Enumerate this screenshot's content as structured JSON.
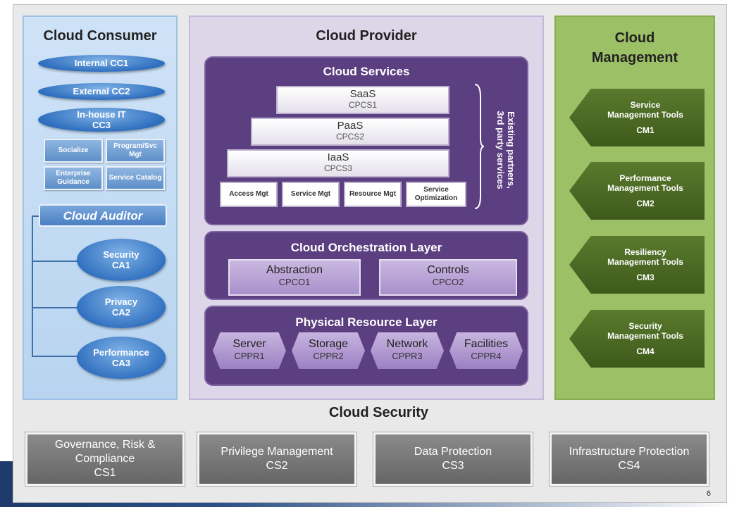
{
  "consumer": {
    "title": "Cloud Consumer",
    "ovals": [
      {
        "label": "Internal CC1"
      },
      {
        "label": "External CC2"
      },
      {
        "label1": "In-house IT",
        "label2": "CC3"
      }
    ],
    "boxes": [
      "Socialize",
      "Program/Svc Mgt",
      "Enterprise Guidance",
      "Service Catalog"
    ],
    "auditor": "Cloud Auditor",
    "auditor_items": [
      {
        "name": "Security",
        "code": "CA1"
      },
      {
        "name": "Privacy",
        "code": "CA2"
      },
      {
        "name": "Performance",
        "code": "CA3"
      }
    ]
  },
  "provider": {
    "title": "Cloud Provider",
    "services": {
      "title": "Cloud Services",
      "layers": [
        {
          "name": "SaaS",
          "code": "CPCS1"
        },
        {
          "name": "PaaS",
          "code": "CPCS2"
        },
        {
          "name": "IaaS",
          "code": "CPCS3"
        }
      ],
      "mgt": [
        "Access Mgt",
        "Service Mgt",
        "Resource Mgt",
        "Service Optimization"
      ],
      "external_line1": "Existing partners,",
      "external_line2": "3rd party services"
    },
    "orchestration": {
      "title": "Cloud Orchestration Layer",
      "items": [
        {
          "name": "Abstraction",
          "code": "CPCO1"
        },
        {
          "name": "Controls",
          "code": "CPCO2"
        }
      ]
    },
    "physical": {
      "title": "Physical Resource Layer",
      "items": [
        {
          "name": "Server",
          "code": "CPPR1"
        },
        {
          "name": "Storage",
          "code": "CPPR2"
        },
        {
          "name": "Network",
          "code": "CPPR3"
        },
        {
          "name": "Facilities",
          "code": "CPPR4"
        }
      ]
    }
  },
  "management": {
    "title_line1": "Cloud",
    "title_line2": "Management",
    "tools": [
      {
        "name1": "Service",
        "name2": "Management Tools",
        "code": "CM1"
      },
      {
        "name1": "Performance",
        "name2": "Management Tools",
        "code": "CM2"
      },
      {
        "name1": "Resiliency",
        "name2": "Management Tools",
        "code": "CM3"
      },
      {
        "name1": "Security",
        "name2": "Management Tools",
        "code": "CM4"
      }
    ]
  },
  "security": {
    "title": "Cloud Security",
    "items": [
      {
        "line1": "Governance, Risk &",
        "line2": "Compliance",
        "line3": "CS1"
      },
      {
        "line1": "Privilege Management",
        "line2": "CS2"
      },
      {
        "line1": "Data Protection",
        "line2": "CS3"
      },
      {
        "line1": "Infrastructure Protection",
        "line2": "CS4"
      }
    ]
  },
  "page_number": "6",
  "colors": {
    "consumer_bg": "#cfe3f7",
    "provider_bg": "#ddd6e9",
    "provider_panel": "#5c3f80",
    "management_bg": "#9cc065",
    "management_tool": "#4a6a24",
    "security_box": "#777777",
    "oval_blue": "#2f6fbf"
  }
}
